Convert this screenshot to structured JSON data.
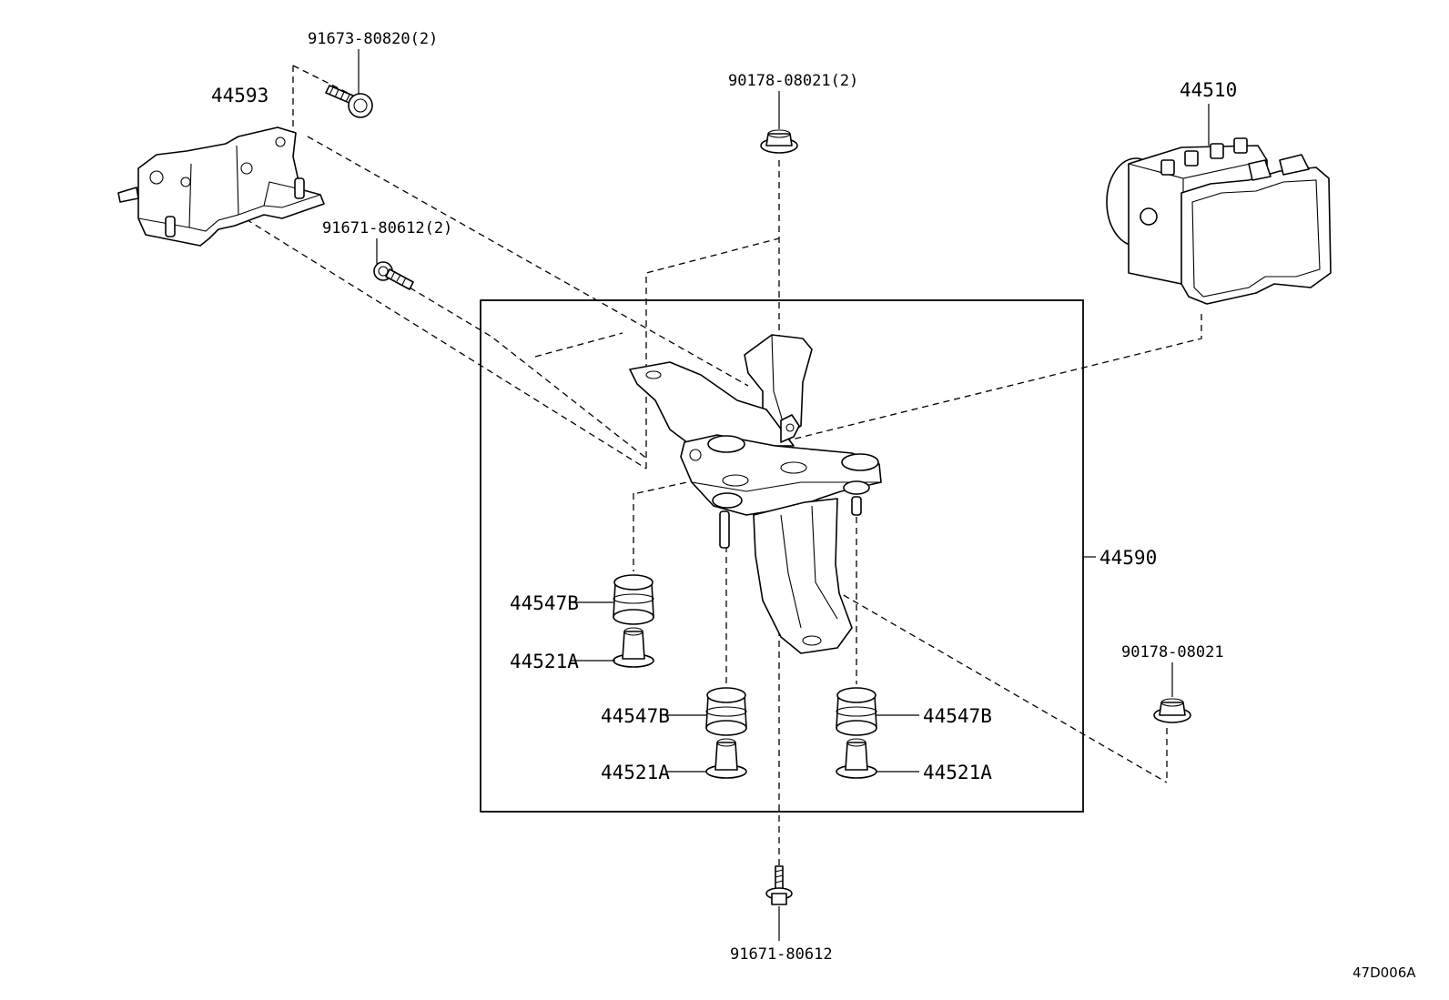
{
  "diagram_code": "47D006A",
  "labels": {
    "bolt_top_left": "91673-80820(2)",
    "bracket_left": "44593",
    "bolt_left_mid": "91671-80612(2)",
    "nut_top_center": "90178-08021(2)",
    "actuator": "44510",
    "bracket_assembly": "44590",
    "cushion_left": "44547B",
    "collar_left": "44521A",
    "cushion_center": "44547B",
    "collar_center": "44521A",
    "cushion_right": "44547B",
    "collar_right": "44521A",
    "nut_right": "90178-08021",
    "bolt_bottom": "91671-80612"
  }
}
